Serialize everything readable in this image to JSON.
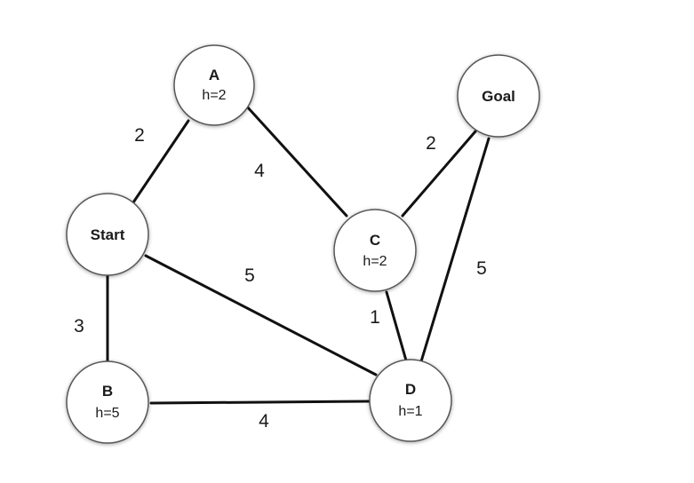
{
  "nodes": [
    {
      "id": "A",
      "name": "A",
      "h": "h=2"
    },
    {
      "id": "Goal",
      "name": "Goal",
      "h": ""
    },
    {
      "id": "Start",
      "name": "Start",
      "h": ""
    },
    {
      "id": "C",
      "name": "C",
      "h": "h=2"
    },
    {
      "id": "B",
      "name": "B",
      "h": "h=5"
    },
    {
      "id": "D",
      "name": "D",
      "h": "h=1"
    }
  ],
  "edges": [
    {
      "id": "start-a",
      "from": "Start",
      "to": "A",
      "weight": "2"
    },
    {
      "id": "a-c",
      "from": "A",
      "to": "C",
      "weight": "4"
    },
    {
      "id": "c-goal",
      "from": "C",
      "to": "Goal",
      "weight": "2"
    },
    {
      "id": "start-d",
      "from": "Start",
      "to": "D",
      "weight": "5"
    },
    {
      "id": "goal-d",
      "from": "Goal",
      "to": "D",
      "weight": "5"
    },
    {
      "id": "start-b",
      "from": "Start",
      "to": "B",
      "weight": "3"
    },
    {
      "id": "c-d",
      "from": "C",
      "to": "D",
      "weight": "1"
    },
    {
      "id": "b-d",
      "from": "B",
      "to": "D",
      "weight": "4"
    }
  ]
}
